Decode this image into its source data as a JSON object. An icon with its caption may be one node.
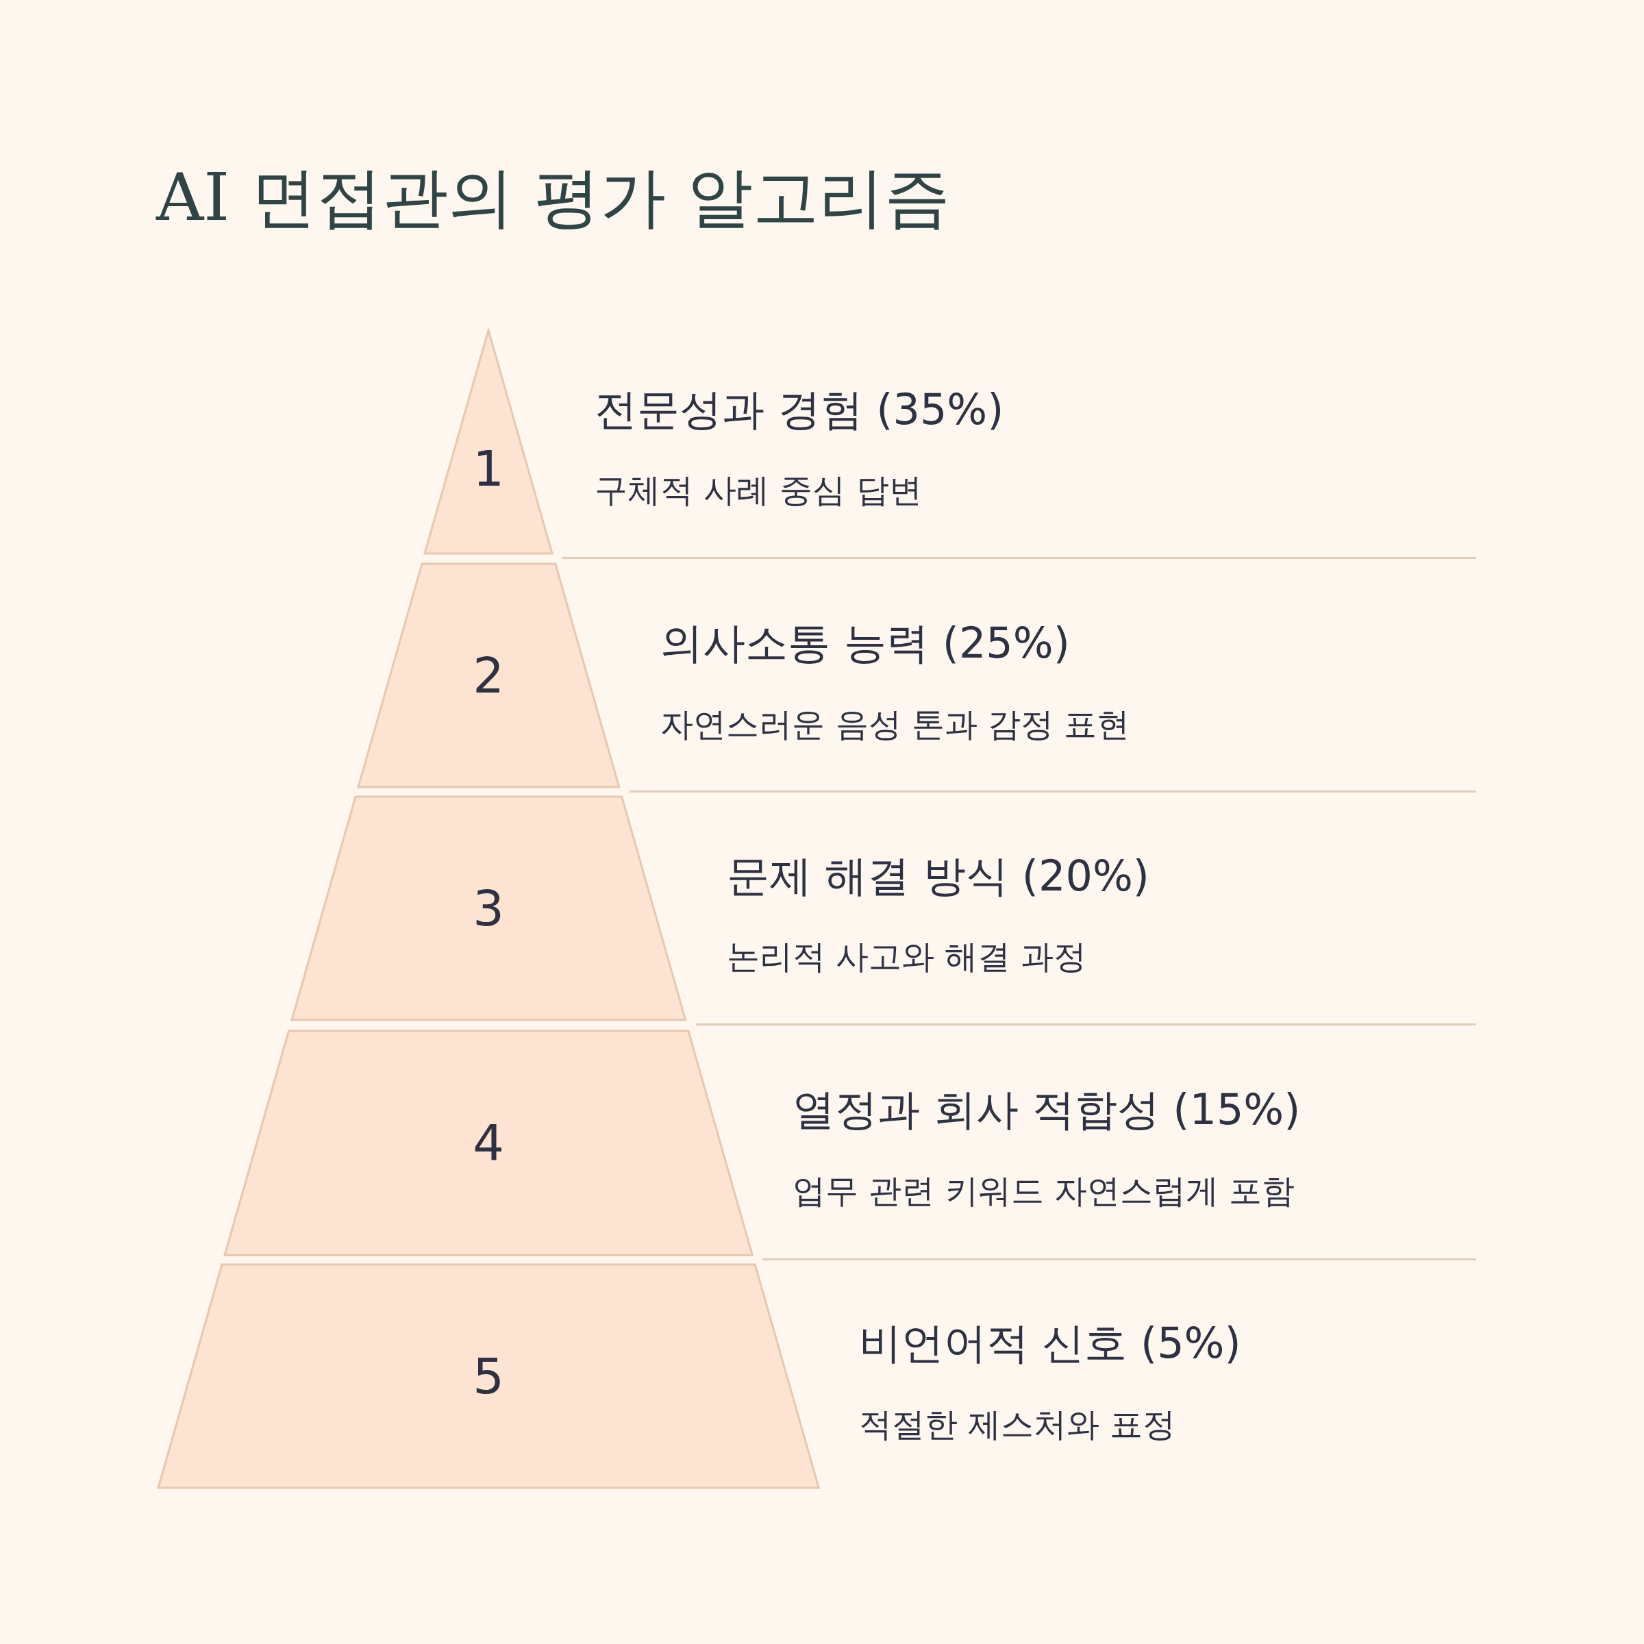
{
  "diagram": {
    "title": "AI 면접관의 평가 알고리즘",
    "nodes": [
      {
        "text": [
          "1"
        ],
        "beside": [
          "전문성과 경험 (35%)",
          "구체적 사례 중심 답변"
        ]
      },
      {
        "text": [
          "2"
        ],
        "beside": [
          "의사소통 능력 (25%)",
          "자연스러운 음성 톤과 감정 표현"
        ]
      },
      {
        "text": [
          "3"
        ],
        "beside": [
          "문제 해결 방식 (20%)",
          "논리적 사고와 해결 과정"
        ]
      },
      {
        "text": [
          "4"
        ],
        "beside": [
          "열정과 회사 적합성 (15%)",
          "업무 관련 키워드 자연스럽게 포함"
        ]
      },
      {
        "text": [
          "5"
        ],
        "beside": [
          "비언어적 신호 (5%)",
          "적절한 제스처와 표정"
        ]
      }
    ]
  }
}
